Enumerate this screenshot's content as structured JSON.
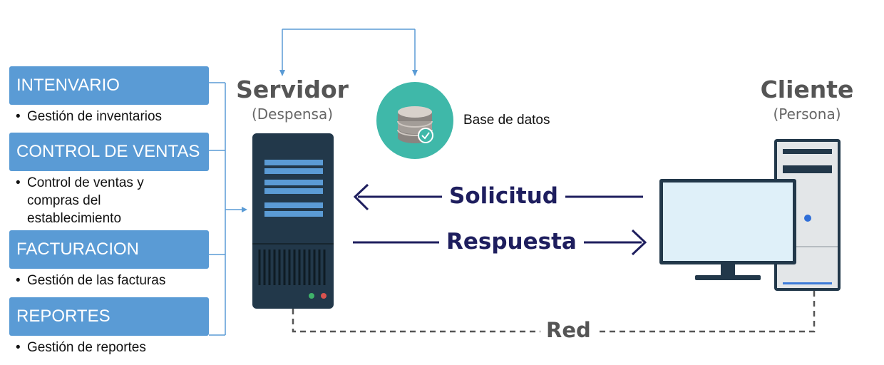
{
  "modules": [
    {
      "title": "INTENVARIO",
      "description": "Gestión de inventarios"
    },
    {
      "title": "CONTROL DE VENTAS",
      "description": "Control de ventas y compras del establecimiento"
    },
    {
      "title": "FACTURACION",
      "description": "Gestión de las facturas"
    },
    {
      "title": "REPORTES",
      "description": "Gestión de reportes"
    }
  ],
  "server": {
    "title": "Servidor",
    "subtitle": "(Despensa)"
  },
  "client": {
    "title": "Cliente",
    "subtitle": "(Persona)"
  },
  "database": {
    "label": "Base de datos"
  },
  "arrows": {
    "request": "Solicitud",
    "response": "Respuesta",
    "network": "Red"
  },
  "colors": {
    "module_box": "#5a9bd5",
    "arrow": "#1e1e5e",
    "database_circle": "#3fb8a9",
    "server_body": "#22384a",
    "connector": "#5a9bd5"
  },
  "icons": [
    "server-icon",
    "database-icon",
    "check-icon",
    "monitor-icon",
    "pc-tower-icon"
  ]
}
